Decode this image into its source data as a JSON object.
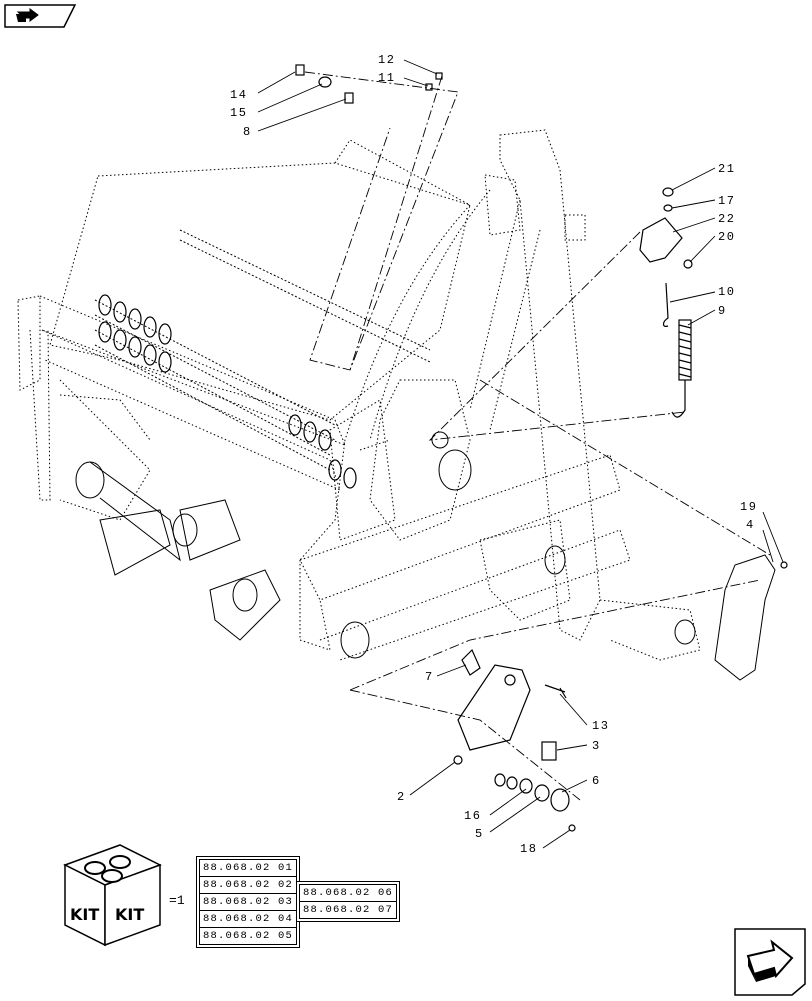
{
  "callouts": [
    {
      "id": "c14",
      "text": "14"
    },
    {
      "id": "c15",
      "text": "15"
    },
    {
      "id": "c8",
      "text": "8"
    },
    {
      "id": "c12",
      "text": "12"
    },
    {
      "id": "c11",
      "text": "11"
    },
    {
      "id": "c21",
      "text": "21"
    },
    {
      "id": "c17",
      "text": "17"
    },
    {
      "id": "c22",
      "text": "22"
    },
    {
      "id": "c20",
      "text": "20"
    },
    {
      "id": "c10",
      "text": "10"
    },
    {
      "id": "c9",
      "text": "9"
    },
    {
      "id": "c19",
      "text": "19"
    },
    {
      "id": "c4",
      "text": "4"
    },
    {
      "id": "c7",
      "text": "7"
    },
    {
      "id": "c13",
      "text": "13"
    },
    {
      "id": "c3",
      "text": "3"
    },
    {
      "id": "c2",
      "text": "2"
    },
    {
      "id": "c6",
      "text": "6"
    },
    {
      "id": "c16",
      "text": "16"
    },
    {
      "id": "c5",
      "text": "5"
    },
    {
      "id": "c18",
      "text": "18"
    }
  ],
  "kit": {
    "icon_text": "KIT",
    "equals": "=",
    "quantity": "1",
    "column1": [
      "88.068.02 01",
      "88.068.02 02",
      "88.068.02 03",
      "88.068.02 04",
      "88.068.02 05"
    ],
    "column2": [
      "88.068.02 06",
      "88.068.02 07"
    ]
  },
  "nav": {
    "prev_icon": "return-arrow-icon",
    "next_icon": "next-page-arrow-icon"
  }
}
